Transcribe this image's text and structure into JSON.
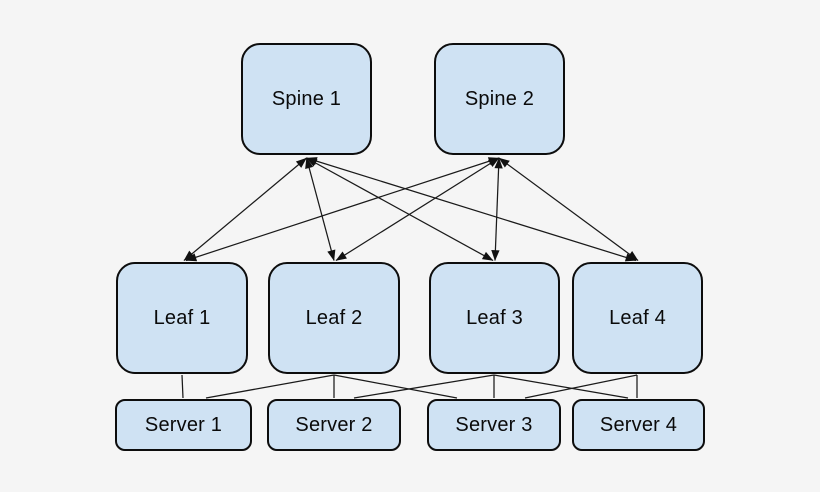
{
  "diagram": {
    "type": "spine-leaf-network-topology",
    "nodes": [
      {
        "id": "spine1",
        "label": "Spine 1",
        "tier": "spine"
      },
      {
        "id": "spine2",
        "label": "Spine 2",
        "tier": "spine"
      },
      {
        "id": "leaf1",
        "label": "Leaf 1",
        "tier": "leaf"
      },
      {
        "id": "leaf2",
        "label": "Leaf 2",
        "tier": "leaf"
      },
      {
        "id": "leaf3",
        "label": "Leaf 3",
        "tier": "leaf"
      },
      {
        "id": "leaf4",
        "label": "Leaf 4",
        "tier": "leaf"
      },
      {
        "id": "server1",
        "label": "Server 1",
        "tier": "server"
      },
      {
        "id": "server2",
        "label": "Server 2",
        "tier": "server"
      },
      {
        "id": "server3",
        "label": "Server 3",
        "tier": "server"
      },
      {
        "id": "server4",
        "label": "Server 4",
        "tier": "server"
      }
    ],
    "edges": {
      "spine_leaf": [
        {
          "from": "spine1",
          "to": "leaf1",
          "arrows": "both"
        },
        {
          "from": "spine1",
          "to": "leaf2",
          "arrows": "both"
        },
        {
          "from": "spine1",
          "to": "leaf3",
          "arrows": "both"
        },
        {
          "from": "spine1",
          "to": "leaf4",
          "arrows": "both"
        },
        {
          "from": "spine2",
          "to": "leaf1",
          "arrows": "both"
        },
        {
          "from": "spine2",
          "to": "leaf2",
          "arrows": "both"
        },
        {
          "from": "spine2",
          "to": "leaf3",
          "arrows": "both"
        },
        {
          "from": "spine2",
          "to": "leaf4",
          "arrows": "both"
        }
      ],
      "leaf_server": [
        {
          "from": "leaf1",
          "to": "server1",
          "arrows": "none"
        },
        {
          "from": "leaf2",
          "to": "server1",
          "arrows": "none"
        },
        {
          "from": "leaf2",
          "to": "server2",
          "arrows": "none"
        },
        {
          "from": "leaf2",
          "to": "server3",
          "arrows": "none"
        },
        {
          "from": "leaf3",
          "to": "server2",
          "arrows": "none"
        },
        {
          "from": "leaf3",
          "to": "server3",
          "arrows": "none"
        },
        {
          "from": "leaf3",
          "to": "server4",
          "arrows": "none"
        },
        {
          "from": "leaf4",
          "to": "server3",
          "arrows": "none"
        },
        {
          "from": "leaf4",
          "to": "server4",
          "arrows": "none"
        }
      ]
    },
    "colors": {
      "background": "#f5f5f5",
      "node_fill": "#cfe2f3",
      "node_border": "#0d0d0d",
      "connector": "#1a1a1a"
    }
  }
}
